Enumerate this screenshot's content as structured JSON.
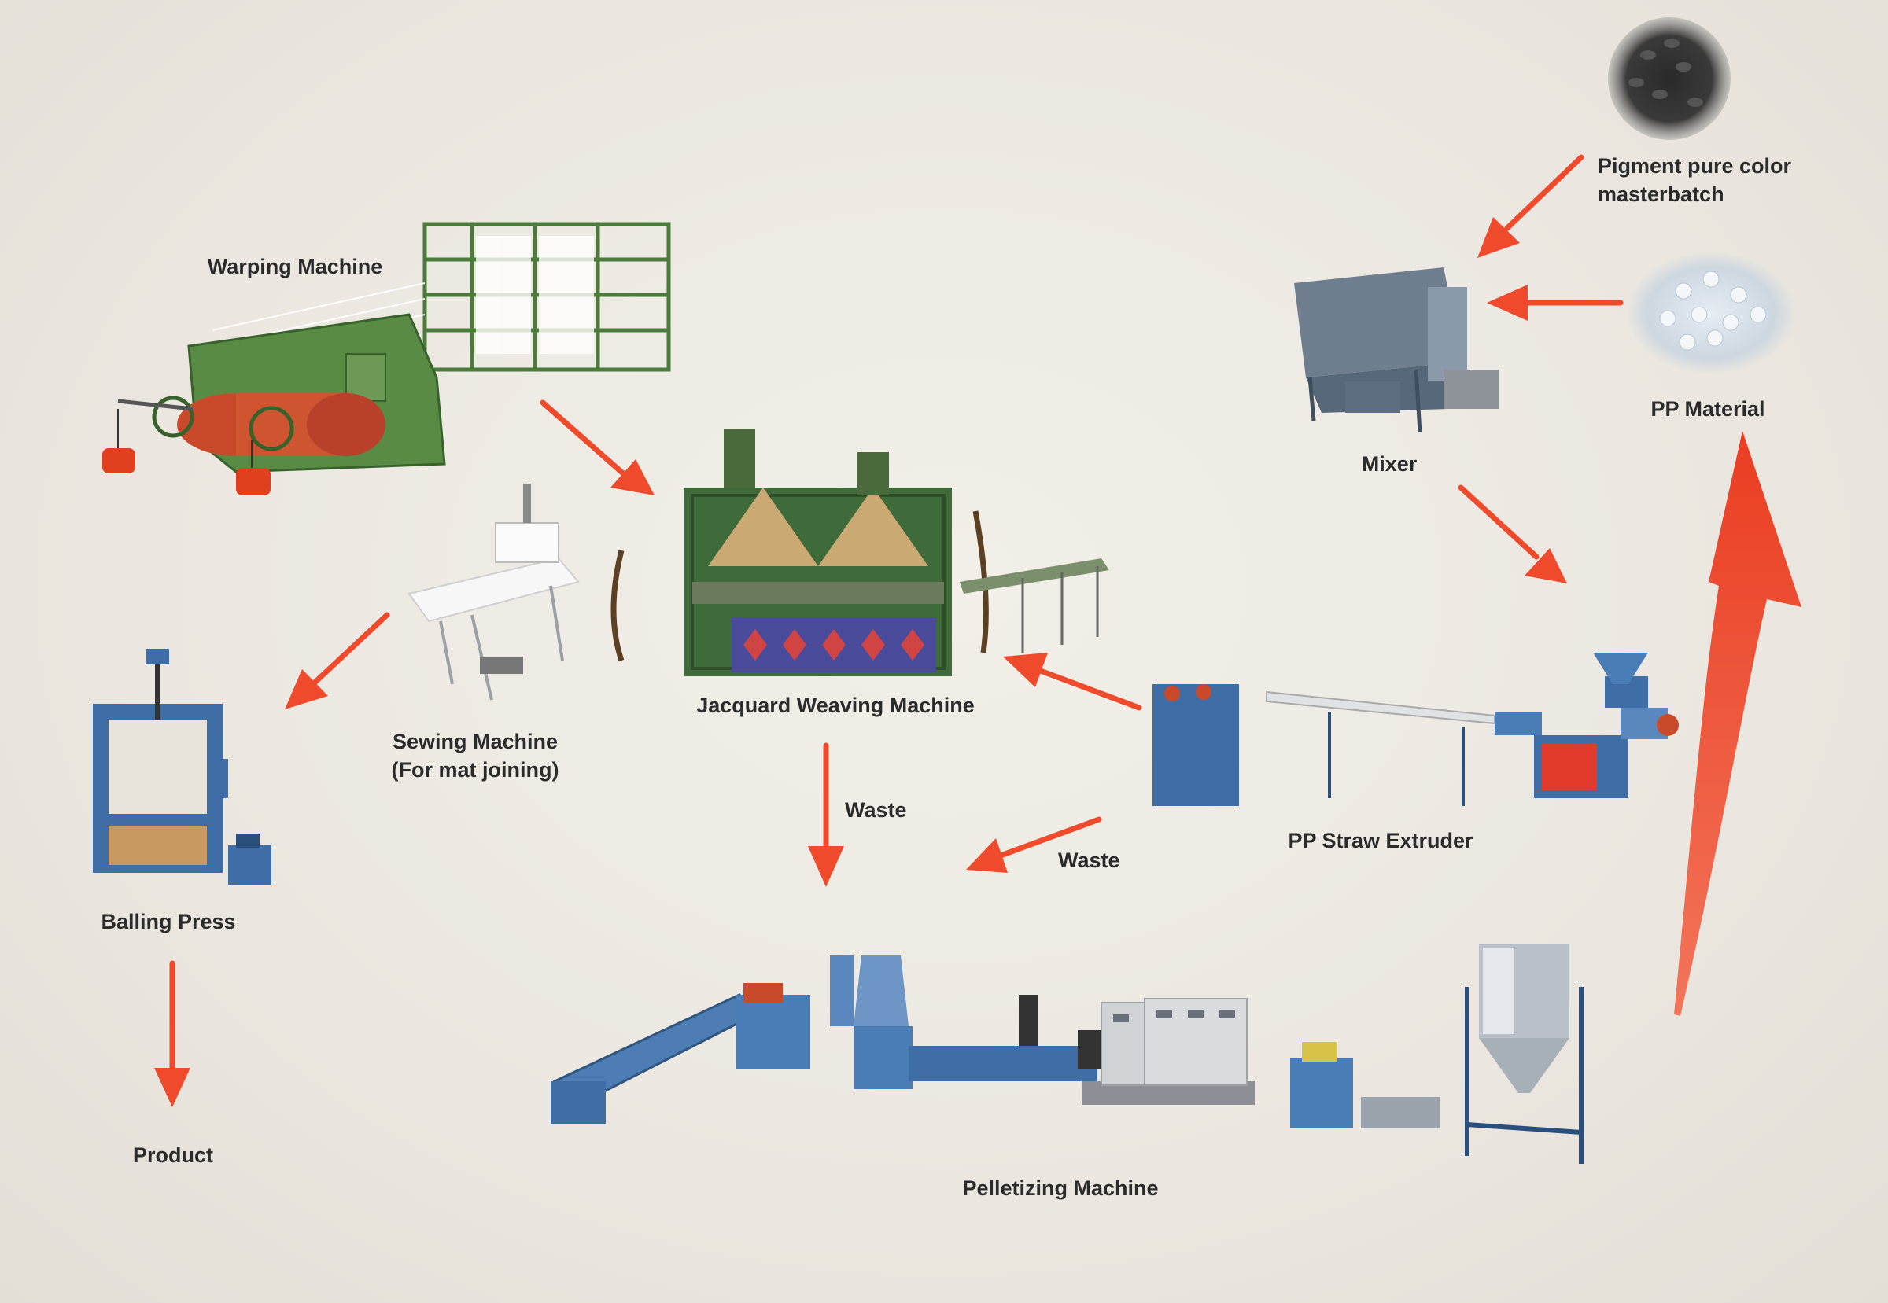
{
  "labels": {
    "warping": "Warping Machine",
    "jacquard": "Jacquard Weaving Machine",
    "sewing_line1": "Sewing Machine",
    "sewing_line2": "(For mat joining)",
    "balling": "Balling Press",
    "product": "Product",
    "pelletizing": "Pelletizing Machine",
    "waste_left": "Waste",
    "waste_right": "Waste",
    "straw_extruder": "PP Straw Extruder",
    "mixer": "Mixer",
    "pigment_line1": "Pigment pure color",
    "pigment_line2": "masterbatch",
    "pp_material": "PP Material"
  },
  "colors": {
    "background": "#ece8e1",
    "arrow": "#ef4a2b",
    "machine_blue": "#3f6ea6",
    "machine_green": "#4b7a3a",
    "label": "#2b2b2b"
  },
  "nodes": [
    {
      "id": "warping-machine",
      "icon": "warping-machine-icon"
    },
    {
      "id": "jacquard-weaving-machine",
      "icon": "jacquard-loom-icon"
    },
    {
      "id": "sewing-machine",
      "icon": "sewing-machine-icon"
    },
    {
      "id": "balling-press",
      "icon": "balling-press-icon"
    },
    {
      "id": "product",
      "icon": ""
    },
    {
      "id": "pelletizing-machine",
      "icon": "pelletizing-line-icon"
    },
    {
      "id": "pp-straw-extruder",
      "icon": "straw-extruder-icon"
    },
    {
      "id": "mixer",
      "icon": "mixer-icon"
    },
    {
      "id": "pigment-masterbatch",
      "icon": "black-pellets-icon"
    },
    {
      "id": "pp-material",
      "icon": "white-pellets-icon"
    }
  ],
  "edges": [
    {
      "from": "warping-machine",
      "to": "jacquard-weaving-machine"
    },
    {
      "from": "sewing-machine",
      "to": "balling-press"
    },
    {
      "from": "balling-press",
      "to": "product"
    },
    {
      "from": "pp-straw-extruder",
      "to": "jacquard-weaving-machine"
    },
    {
      "from": "jacquard-weaving-machine",
      "to": "pelletizing-machine",
      "label": "Waste"
    },
    {
      "from": "pp-straw-extruder",
      "to": "pelletizing-machine",
      "label": "Waste"
    },
    {
      "from": "pigment-masterbatch",
      "to": "mixer"
    },
    {
      "from": "pp-material",
      "to": "mixer"
    },
    {
      "from": "mixer",
      "to": "pp-straw-extruder"
    },
    {
      "from": "pelletizing-machine",
      "to": "pp-material"
    }
  ]
}
